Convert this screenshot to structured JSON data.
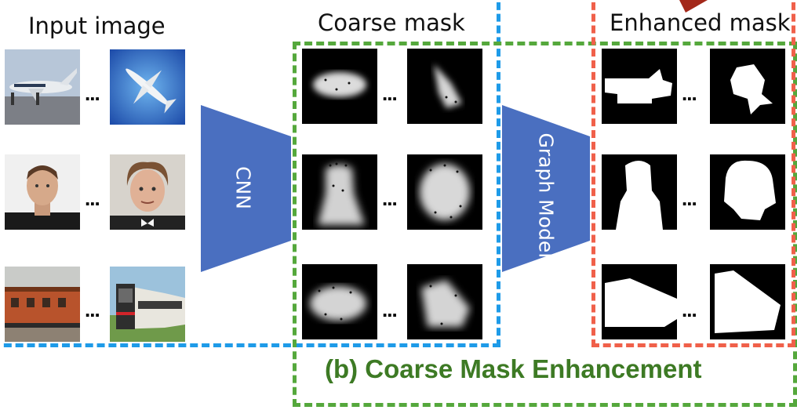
{
  "headings": {
    "input": "Input image",
    "coarse": "Coarse mask",
    "enhanced": "Enhanced mask"
  },
  "blocks": {
    "cnn": "CNN",
    "graph": "Graph Model"
  },
  "caption": "(b) Coarse Mask Enhancement",
  "ellipsis": "...",
  "colors": {
    "blue_border": "#1e9be8",
    "green_border": "#55a83c",
    "red_border": "#f0604a",
    "block_fill": "#4a6fc0",
    "caption_text": "#3d7a24",
    "arrow": "#a3281a"
  }
}
